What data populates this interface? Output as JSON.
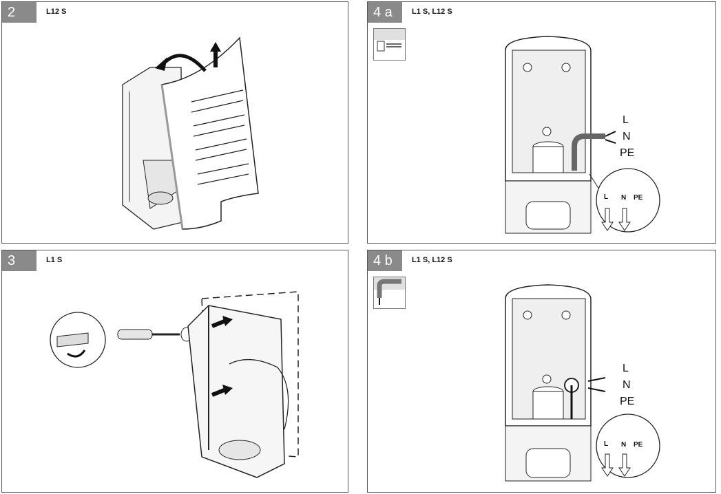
{
  "panels": {
    "p2": {
      "number": "2",
      "model": "L12 S"
    },
    "p3": {
      "number": "3",
      "model": "L1 S"
    },
    "p4a": {
      "number": "4 a",
      "model": "L1 S, L12 S"
    },
    "p4b": {
      "number": "4 b",
      "model": "L1 S, L12 S"
    }
  },
  "wires": {
    "l": "L",
    "n": "N",
    "pe": "PE"
  },
  "colors": {
    "header_bg": "#8a8a8a",
    "header_text": "#ffffff",
    "line": "#222222",
    "fill": "#f2f2f2"
  }
}
